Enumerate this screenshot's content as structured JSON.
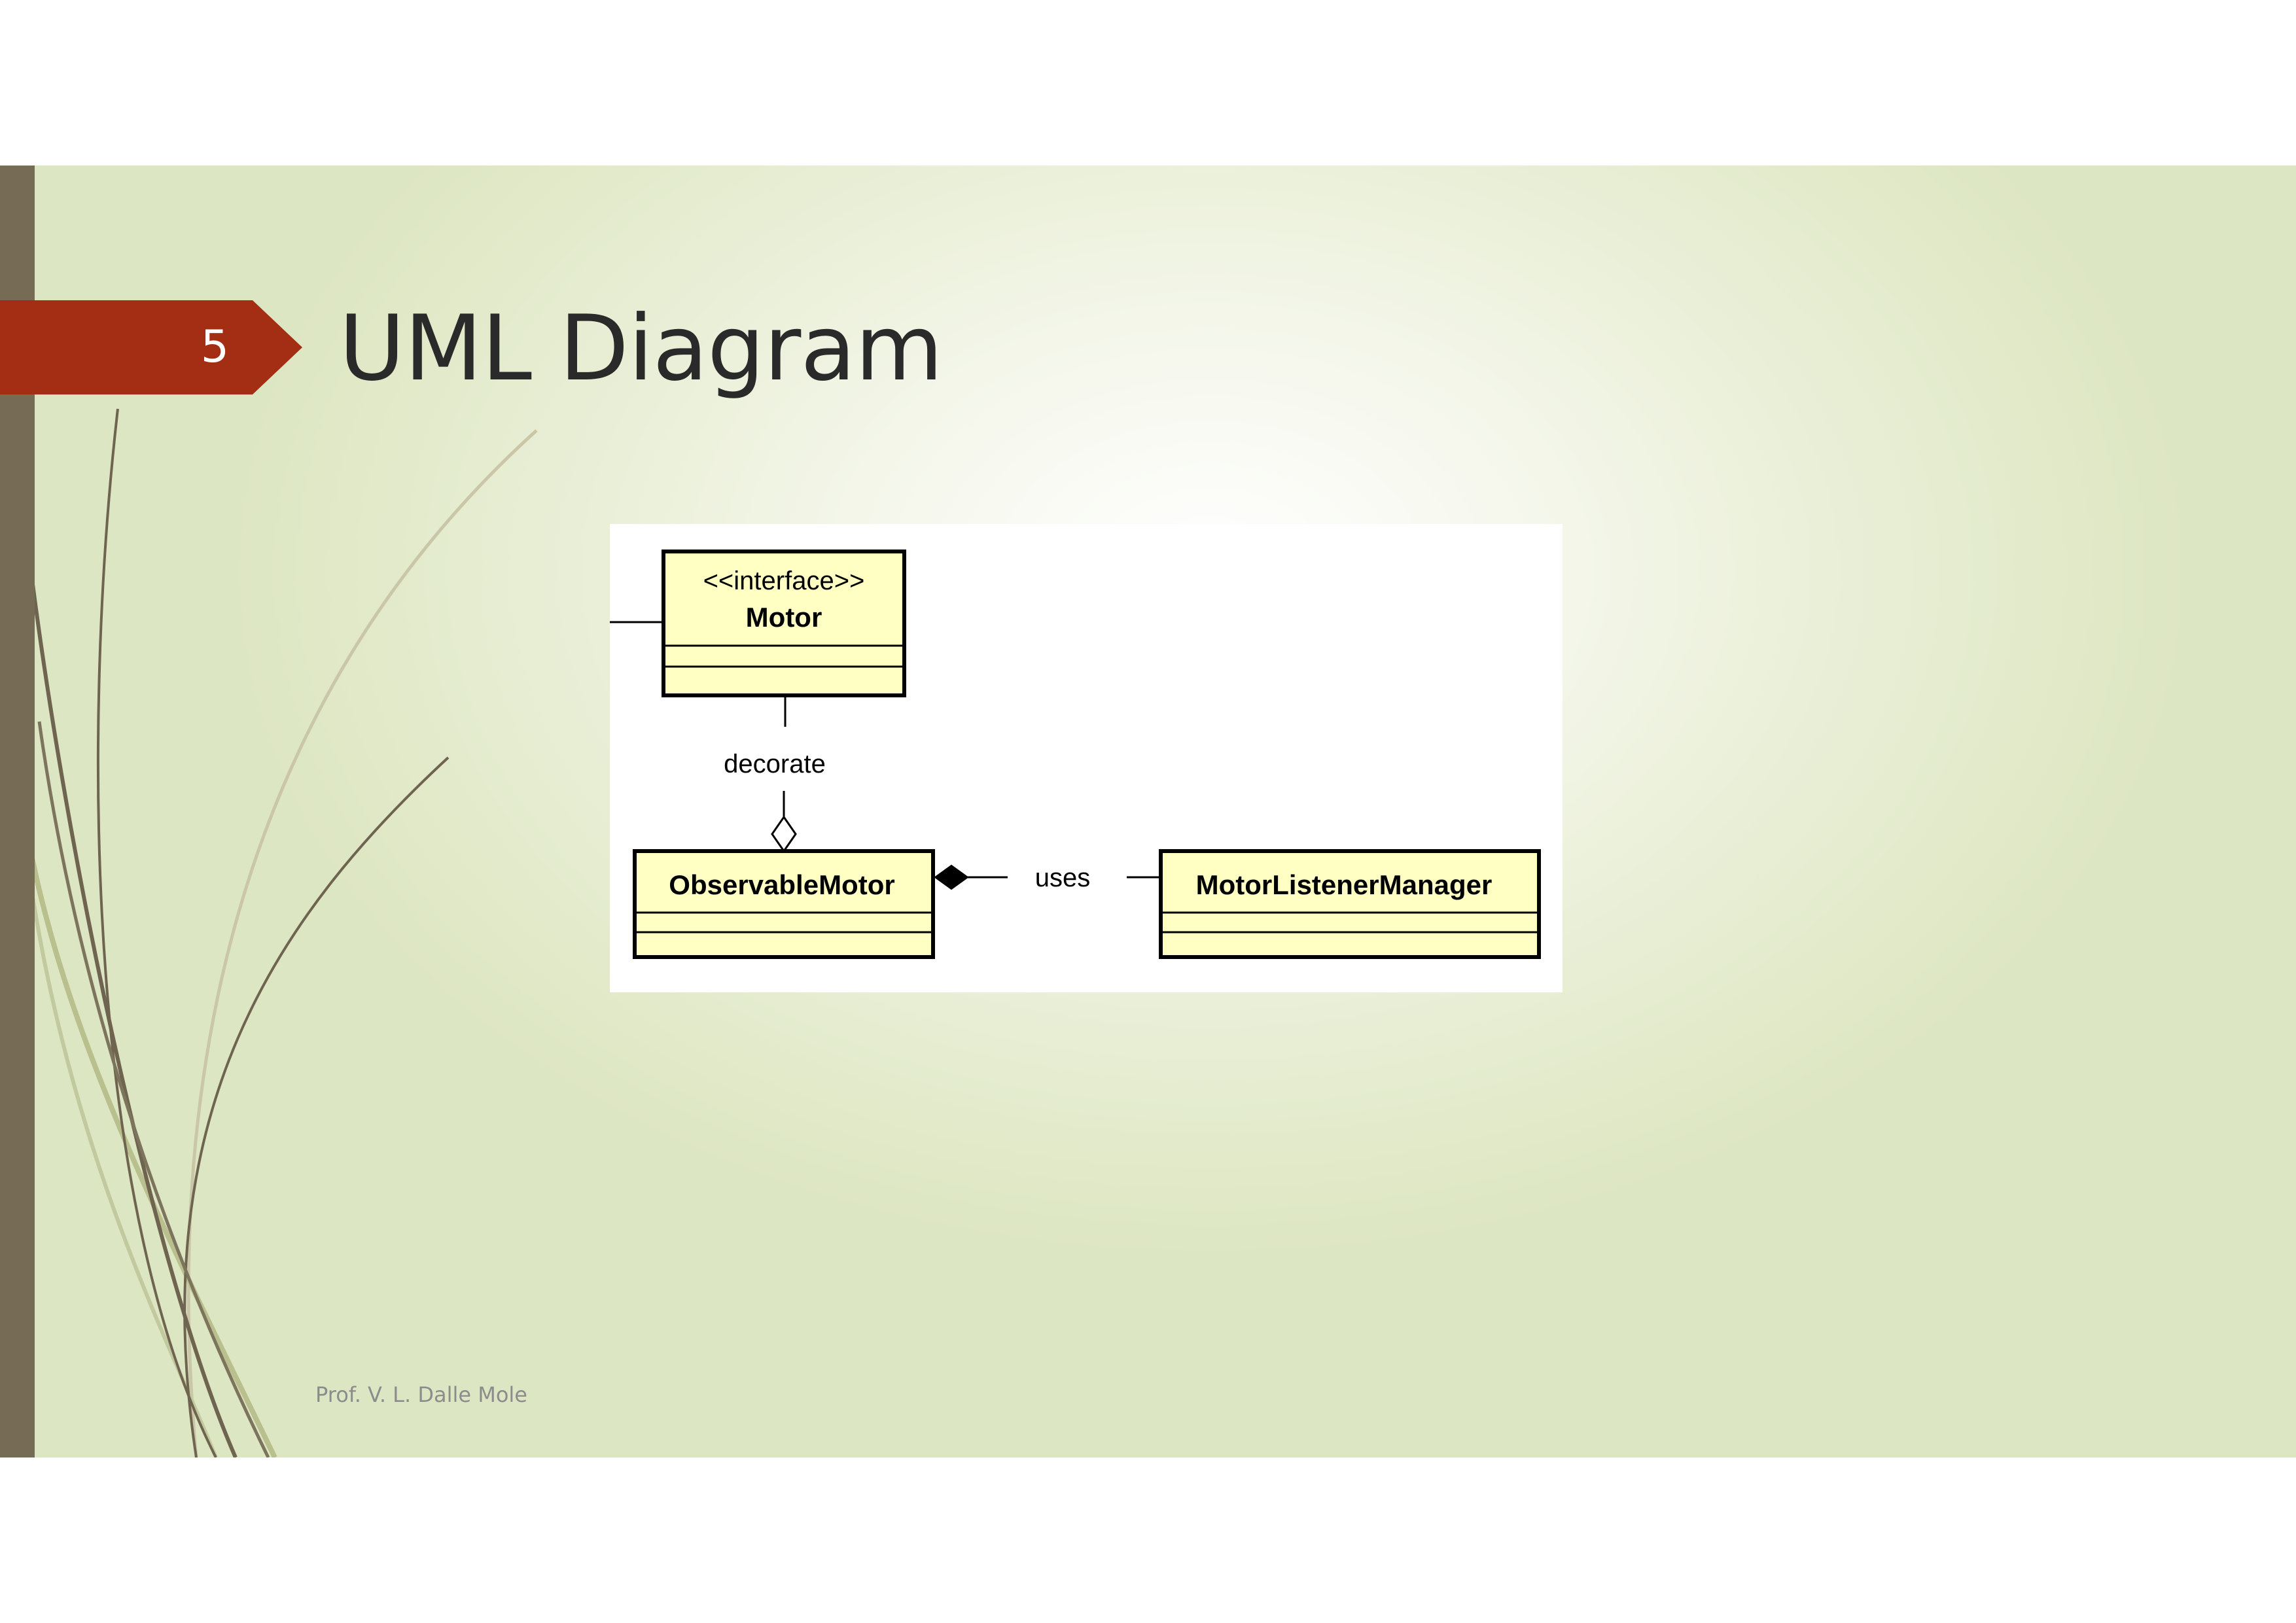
{
  "slide": {
    "number": "5",
    "title": "UML Diagram",
    "footer": "Prof. V. L. Dalle Mole"
  },
  "diagram": {
    "colors": {
      "class_fill": "#ffffc4",
      "class_border": "#000000",
      "accent": "#a42e14",
      "sidebar": "#766c56"
    },
    "classes": {
      "motor": {
        "stereotype": "<<interface>>",
        "name": "Motor"
      },
      "observable_motor": {
        "name": "ObservableMotor"
      },
      "listener_manager": {
        "name": "MotorListenerManager"
      }
    },
    "relations": {
      "decorate": {
        "label": "decorate",
        "kind": "aggregation"
      },
      "uses": {
        "label": "uses",
        "kind": "composition"
      }
    }
  }
}
